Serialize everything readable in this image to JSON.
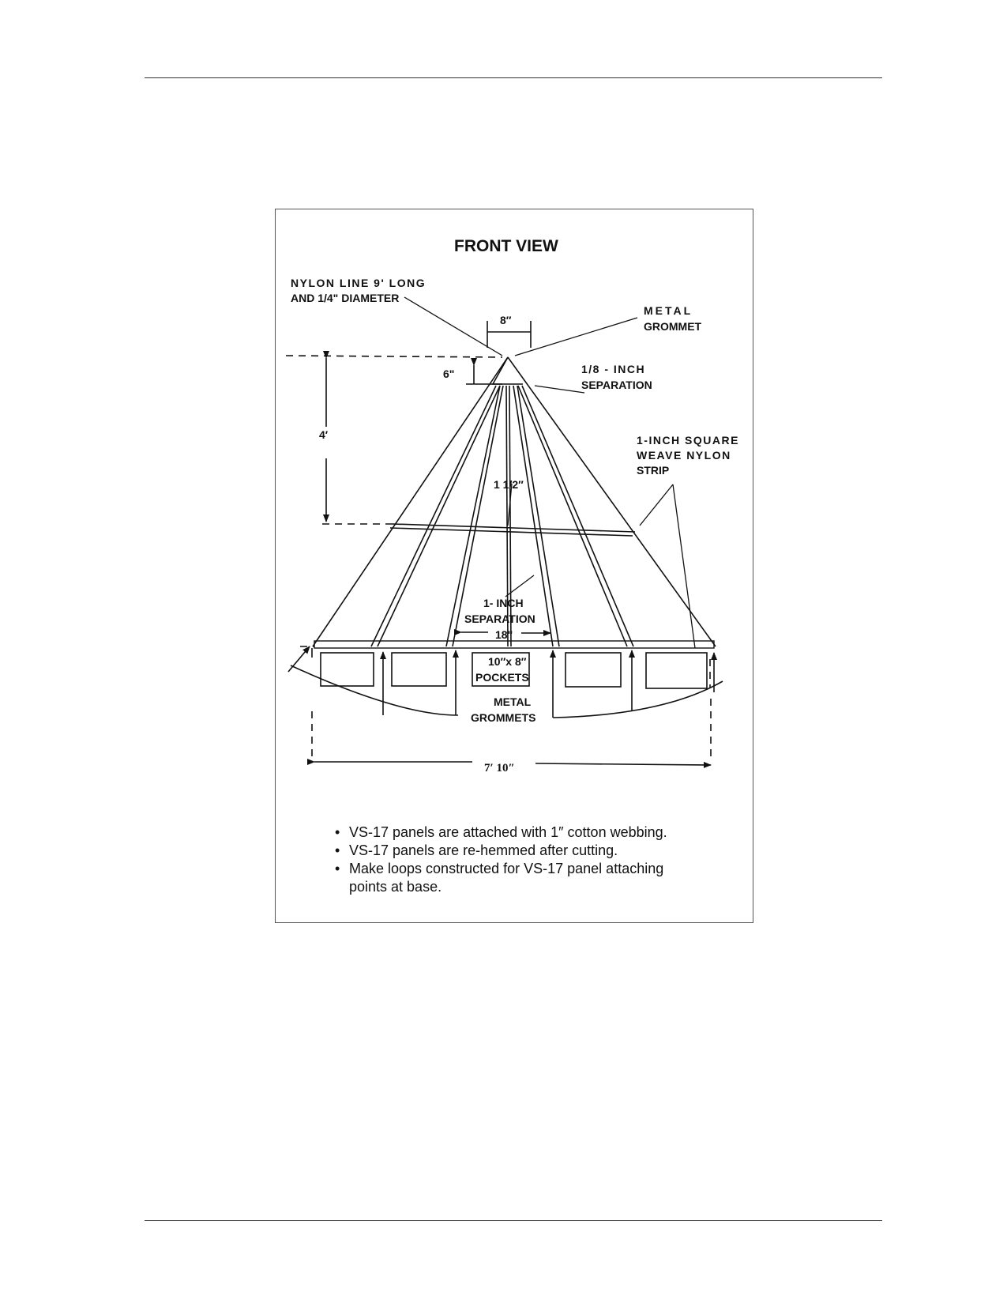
{
  "diagram": {
    "title": "FRONT VIEW",
    "labels": {
      "nylon_line_1": "NYLON LINE 9' LONG",
      "nylon_line_2": "AND 1/4\" DIAMETER",
      "top_width": "8″",
      "metal_grommet_1": "METAL",
      "metal_grommet_2": "GROMMET",
      "separation_eighth_1": "1/8 - INCH",
      "separation_eighth_2": "SEPARATION",
      "apex_drop": "6\"",
      "height": "4′",
      "strip_1": "1-INCH SQUARE",
      "strip_2": "WEAVE NYLON",
      "strip_3": "STRIP",
      "strip_spacing": "1 1/2″",
      "separation_inch_1": "1- INCH",
      "separation_inch_2": "SEPARATION",
      "base_spacing": "18\"",
      "pockets_1": "10″x 8″",
      "pockets_2": "POCKETS",
      "grommets_1": "METAL",
      "grommets_2": "GROMMETS",
      "base_width": "7′ 10″"
    }
  },
  "notes": [
    "VS-17 panels are attached with 1″ cotton webbing.",
    "VS-17 panels are re-hemmed after cutting.",
    "Make loops constructed for VS-17 panel attaching points at base."
  ]
}
